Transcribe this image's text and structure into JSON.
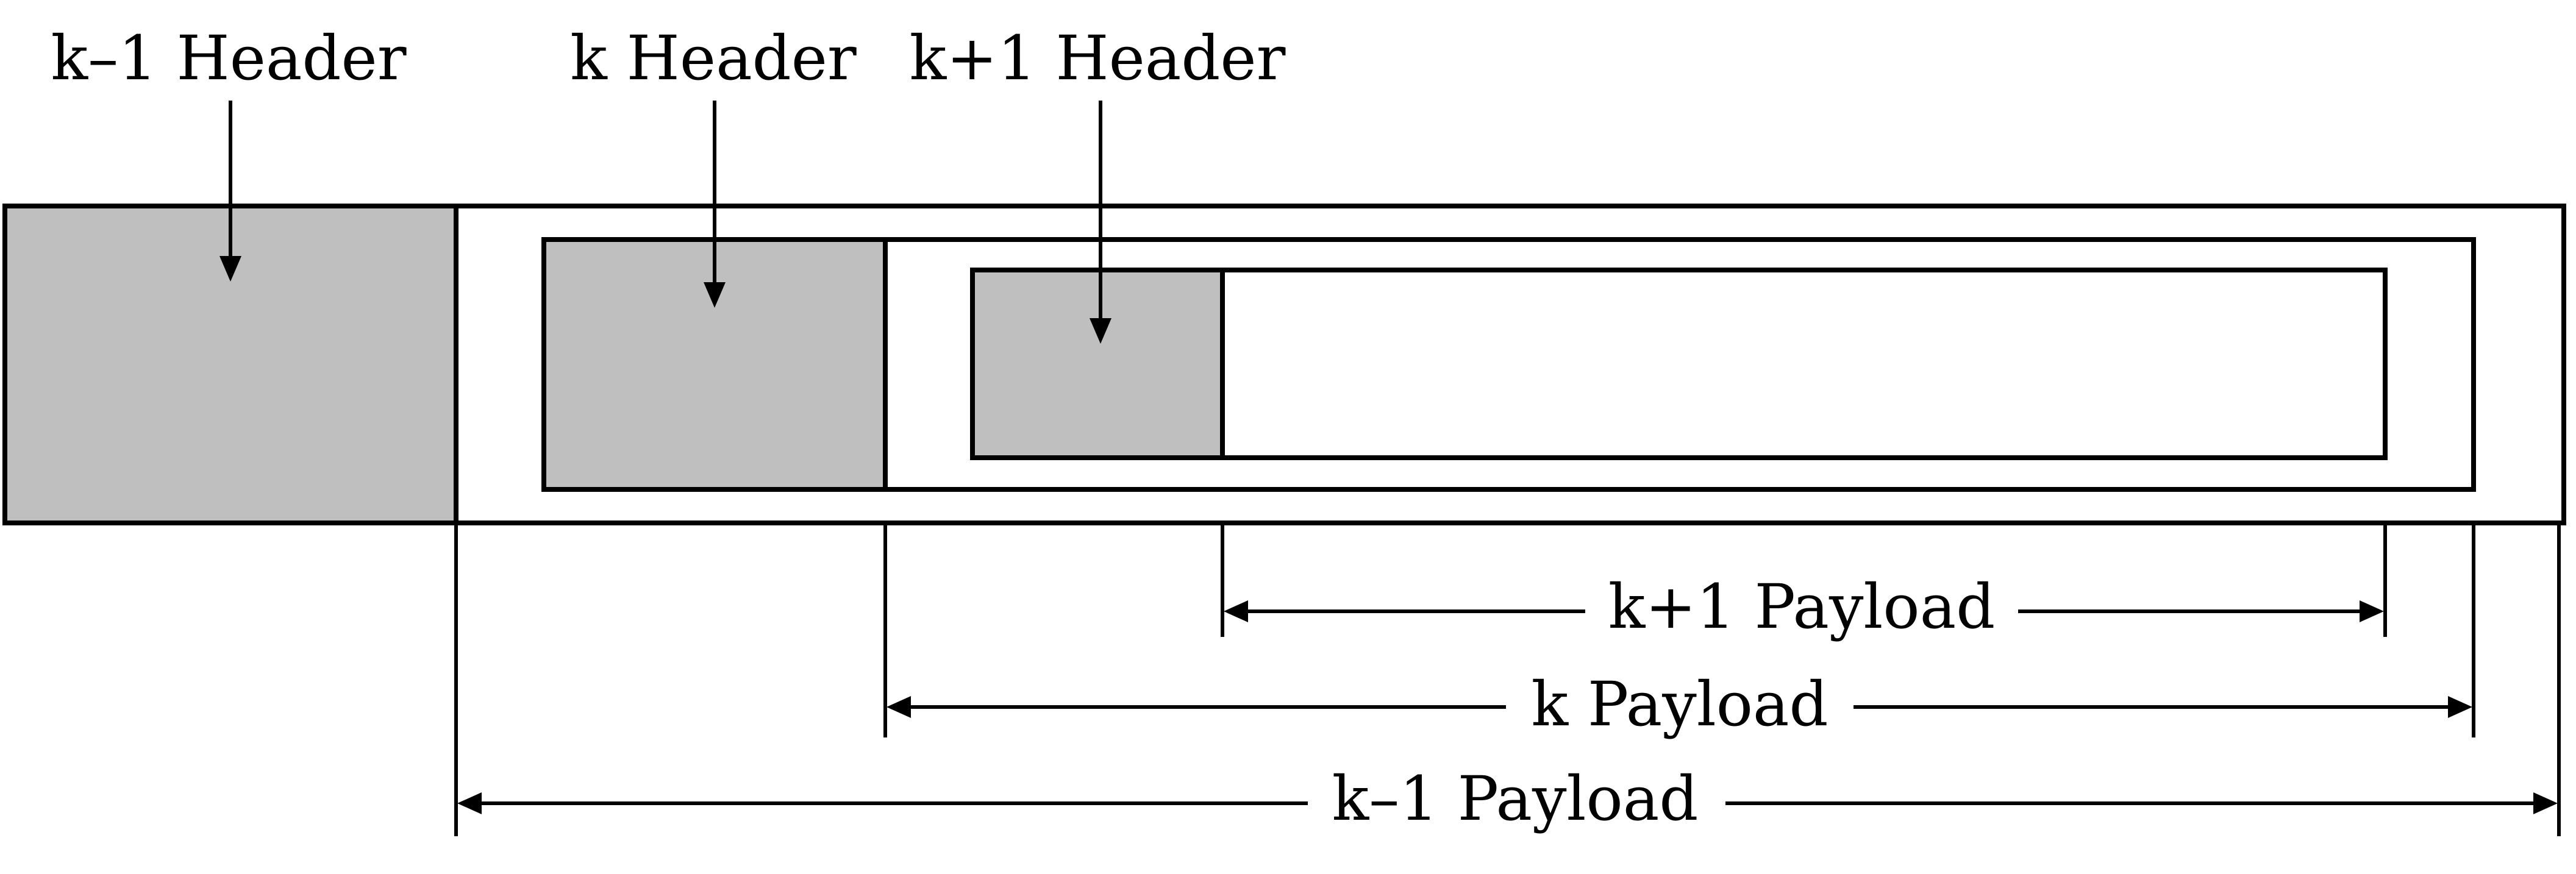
{
  "diagram": {
    "headers": [
      {
        "label": "k–1 Header"
      },
      {
        "label": "k Header"
      },
      {
        "label": "k+1 Header"
      }
    ],
    "payloads": [
      {
        "label": "k+1 Payload"
      },
      {
        "label": "k Payload"
      },
      {
        "label": "k–1 Payload"
      }
    ],
    "colors": {
      "header_fill": "#bfbfbf",
      "payload_fill": "#ffffff",
      "stroke": "#000000"
    }
  }
}
